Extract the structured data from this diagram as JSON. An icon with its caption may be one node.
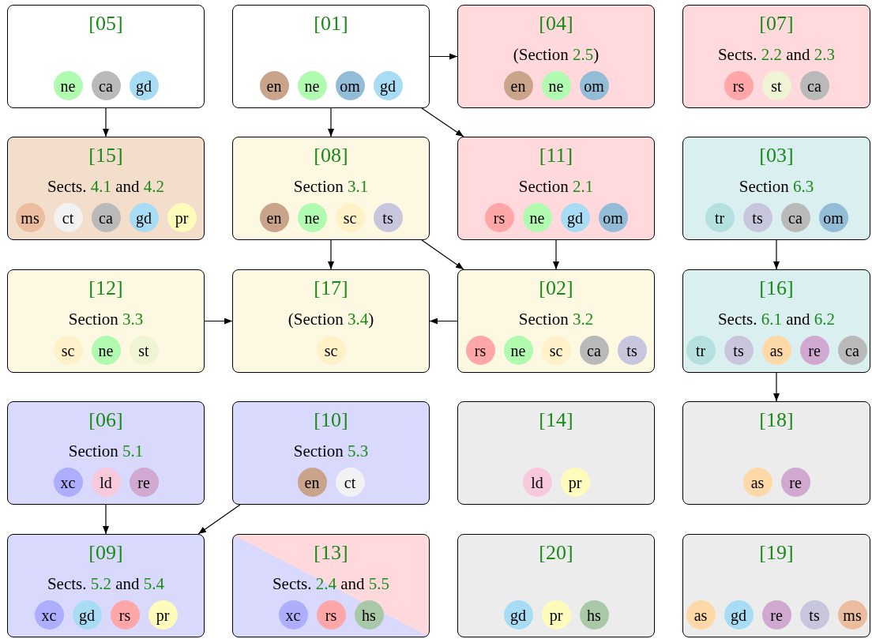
{
  "diagram": {
    "nodes": [
      {
        "text": [
          "[05]"
        ]
      },
      {
        "text": [
          "ne"
        ],
        "in": 0
      },
      {
        "text": [
          "ca"
        ],
        "in": 0
      },
      {
        "text": [
          "gd"
        ],
        "in": 0
      },
      {
        "text": [
          "[01]"
        ]
      },
      {
        "text": [
          "en"
        ],
        "in": 4
      },
      {
        "text": [
          "ne"
        ],
        "in": 4
      },
      {
        "text": [
          "om"
        ],
        "in": 4
      },
      {
        "text": [
          "gd"
        ],
        "in": 4
      },
      {
        "text": [
          "[04]",
          "(Section 2.5)"
        ]
      },
      {
        "text": [
          "en"
        ],
        "in": 9
      },
      {
        "text": [
          "ne"
        ],
        "in": 9
      },
      {
        "text": [
          "om"
        ],
        "in": 9
      },
      {
        "text": [
          "[07]",
          "Sects. 2.2 and 2.3"
        ]
      },
      {
        "text": [
          "rs"
        ],
        "in": 13
      },
      {
        "text": [
          "st"
        ],
        "in": 13
      },
      {
        "text": [
          "ca"
        ],
        "in": 13
      },
      {
        "text": [
          "[15]",
          "Sects. 4.1 and 4.2"
        ]
      },
      {
        "text": [
          "ms"
        ],
        "in": 17
      },
      {
        "text": [
          "ct"
        ],
        "in": 17
      },
      {
        "text": [
          "ca"
        ],
        "in": 17
      },
      {
        "text": [
          "gd"
        ],
        "in": 17
      },
      {
        "text": [
          "pr"
        ],
        "in": 17
      },
      {
        "text": [
          "[08]",
          "Section 3.1"
        ]
      },
      {
        "text": [
          "en"
        ],
        "in": 23
      },
      {
        "text": [
          "ne"
        ],
        "in": 23
      },
      {
        "text": [
          "sc"
        ],
        "in": 23
      },
      {
        "text": [
          "ts"
        ],
        "in": 23
      },
      {
        "text": [
          "[11]",
          "Section 2.1"
        ]
      },
      {
        "text": [
          "rs"
        ],
        "in": 28
      },
      {
        "text": [
          "ne"
        ],
        "in": 28
      },
      {
        "text": [
          "gd"
        ],
        "in": 28
      },
      {
        "text": [
          "om"
        ],
        "in": 28
      },
      {
        "text": [
          "[03]",
          "Section 6.3"
        ]
      },
      {
        "text": [
          "tr"
        ],
        "in": 33
      },
      {
        "text": [
          "ts"
        ],
        "in": 33
      },
      {
        "text": [
          "ca"
        ],
        "in": 33
      },
      {
        "text": [
          "om"
        ],
        "in": 33
      },
      {
        "text": [
          "[12]",
          "Section 3.3"
        ]
      },
      {
        "text": [
          "sc"
        ],
        "in": 38
      },
      {
        "text": [
          "ne"
        ],
        "in": 38
      },
      {
        "text": [
          "st"
        ],
        "in": 38
      },
      {
        "text": [
          "[17]",
          "(Section 3.4)"
        ]
      },
      {
        "text": [
          "sc"
        ],
        "in": 42
      },
      {
        "text": [
          "[02]",
          "Section 3.2"
        ]
      },
      {
        "text": [
          "rs"
        ],
        "in": 44
      },
      {
        "text": [
          "ne"
        ],
        "in": 44
      },
      {
        "text": [
          "sc"
        ],
        "in": 44
      },
      {
        "text": [
          "ca"
        ],
        "in": 44
      },
      {
        "text": [
          "ts"
        ],
        "in": 44
      },
      {
        "text": [
          "[16]",
          "Sects. 6.1 and 6.2"
        ]
      },
      {
        "text": [
          "tr"
        ],
        "in": 50
      },
      {
        "text": [
          "ts"
        ],
        "in": 50
      },
      {
        "text": [
          "as"
        ],
        "in": 50
      },
      {
        "text": [
          "re"
        ],
        "in": 50
      },
      {
        "text": [
          "ca"
        ],
        "in": 50
      },
      {
        "text": [
          "[06]",
          "Section 5.1"
        ]
      },
      {
        "text": [
          "xc"
        ],
        "in": 56
      },
      {
        "text": [
          "ld"
        ],
        "in": 56
      },
      {
        "text": [
          "re"
        ],
        "in": 56
      },
      {
        "text": [
          "[10]",
          "Section 5.3"
        ]
      },
      {
        "text": [
          "en"
        ],
        "in": 60
      },
      {
        "text": [
          "ct"
        ],
        "in": 60
      },
      {
        "text": [
          "[14]"
        ]
      },
      {
        "text": [
          "ld"
        ],
        "in": 63
      },
      {
        "text": [
          "pr"
        ],
        "in": 63
      },
      {
        "text": [
          "[18]"
        ]
      },
      {
        "text": [
          "as"
        ],
        "in": 66
      },
      {
        "text": [
          "re"
        ],
        "in": 66
      },
      {
        "text": [
          "[09]",
          "Sects. 5.2 and 5.4"
        ]
      },
      {
        "text": [
          "xc"
        ],
        "in": 69
      },
      {
        "text": [
          "gd"
        ],
        "in": 69
      },
      {
        "text": [
          "rs"
        ],
        "in": 69
      },
      {
        "text": [
          "pr"
        ],
        "in": 69
      },
      {
        "text": [
          "[13]",
          "Sects. 2.4 and 5.5"
        ]
      },
      {
        "text": [
          "xc"
        ],
        "in": 74
      },
      {
        "text": [
          "rs"
        ],
        "in": 74
      },
      {
        "text": [
          "hs"
        ],
        "in": 74
      },
      {
        "text": [
          "[20]"
        ]
      },
      {
        "text": [
          "gd"
        ],
        "in": 78
      },
      {
        "text": [
          "pr"
        ],
        "in": 78
      },
      {
        "text": [
          "hs"
        ],
        "in": 78
      },
      {
        "text": [
          "[19]"
        ]
      },
      {
        "text": [
          "as"
        ],
        "in": 82
      },
      {
        "text": [
          "gd"
        ],
        "in": 82
      },
      {
        "text": [
          "re"
        ],
        "in": 82
      },
      {
        "text": [
          "ts"
        ],
        "in": 82
      },
      {
        "text": [
          "ms"
        ],
        "in": 82
      }
    ],
    "edges": [
      {
        "from": 0,
        "to": 17,
        "arrow": "to"
      },
      {
        "from": 4,
        "to": 9,
        "arrow": "to"
      },
      {
        "from": 4,
        "to": 23,
        "arrow": "to"
      },
      {
        "from": 4,
        "to": 28,
        "arrow": "to"
      },
      {
        "from": 23,
        "to": 42,
        "arrow": "to"
      },
      {
        "from": 23,
        "to": 44,
        "arrow": "to"
      },
      {
        "from": 28,
        "to": 44,
        "arrow": "to"
      },
      {
        "from": 33,
        "to": 50,
        "arrow": "to"
      },
      {
        "from": 38,
        "to": 42,
        "arrow": "to"
      },
      {
        "from": 44,
        "to": 42,
        "arrow": "to"
      },
      {
        "from": 50,
        "to": 66,
        "arrow": "to"
      },
      {
        "from": 56,
        "to": 69,
        "arrow": "to"
      },
      {
        "from": 60,
        "to": 69,
        "arrow": "to"
      }
    ]
  }
}
